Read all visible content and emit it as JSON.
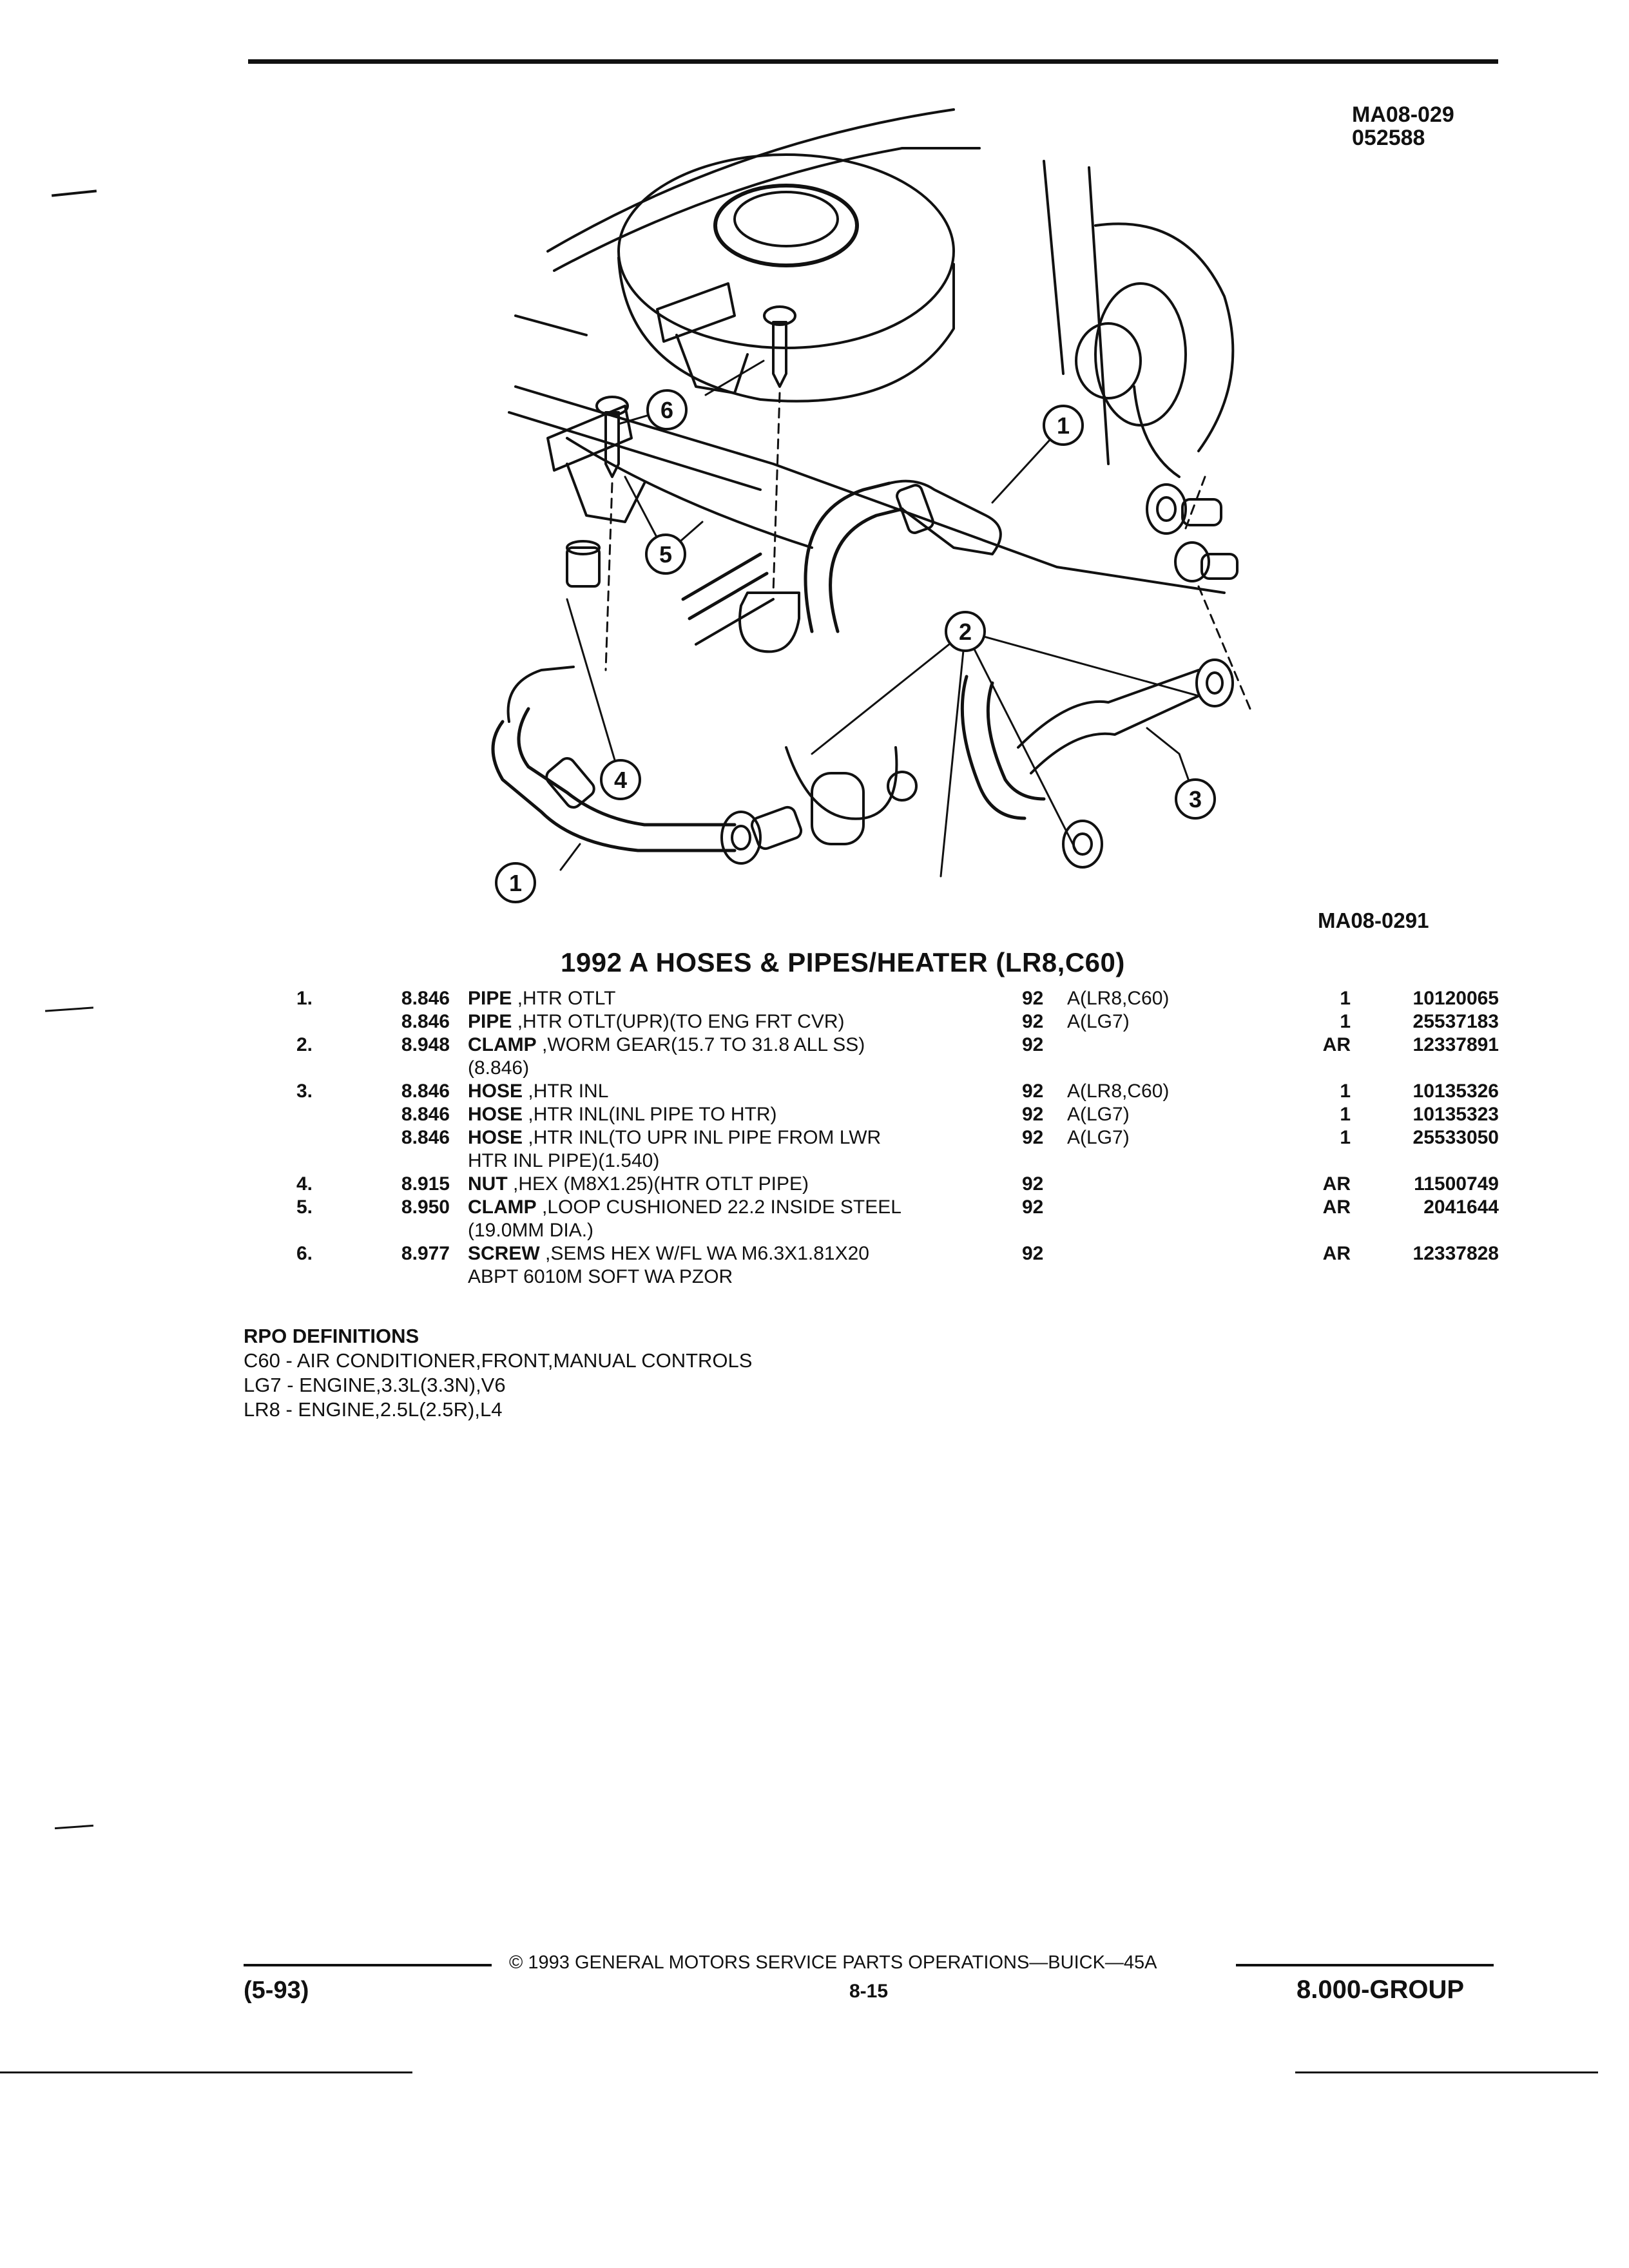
{
  "header": {
    "figure_code": "MA08-029",
    "date_code": "052588",
    "illustration_id": "MA08-0291"
  },
  "title": "1992 A HOSES & PIPES/HEATER (LR8,C60)",
  "callouts": [
    "1",
    "1",
    "2",
    "3",
    "4",
    "5",
    "6"
  ],
  "parts": [
    {
      "item": "1.",
      "group": "8.846",
      "name": "PIPE",
      "desc": " ,HTR OTLT",
      "desc2": "",
      "year": "92",
      "application": "A(LR8,C60)",
      "qty": "1",
      "part_no": "10120065"
    },
    {
      "item": "",
      "group": "8.846",
      "name": "PIPE",
      "desc": " ,HTR OTLT(UPR)(TO ENG FRT CVR)",
      "desc2": "",
      "year": "92",
      "application": "A(LG7)",
      "qty": "1",
      "part_no": "25537183"
    },
    {
      "item": "2.",
      "group": "8.948",
      "name": "CLAMP",
      "desc": " ,WORM GEAR(15.7 TO 31.8 ALL SS)",
      "desc2": "(8.846)",
      "year": "92",
      "application": "",
      "qty": "AR",
      "part_no": "12337891"
    },
    {
      "item": "3.",
      "group": "8.846",
      "name": "HOSE",
      "desc": " ,HTR INL",
      "desc2": "",
      "year": "92",
      "application": "A(LR8,C60)",
      "qty": "1",
      "part_no": "10135326"
    },
    {
      "item": "",
      "group": "8.846",
      "name": "HOSE",
      "desc": " ,HTR INL(INL PIPE TO HTR)",
      "desc2": "",
      "year": "92",
      "application": "A(LG7)",
      "qty": "1",
      "part_no": "10135323"
    },
    {
      "item": "",
      "group": "8.846",
      "name": "HOSE",
      "desc": " ,HTR INL(TO UPR INL PIPE FROM LWR",
      "desc2": "HTR INL PIPE)(1.540)",
      "year": "92",
      "application": "A(LG7)",
      "qty": "1",
      "part_no": "25533050"
    },
    {
      "item": "4.",
      "group": "8.915",
      "name": "NUT",
      "desc": " ,HEX (M8X1.25)(HTR OTLT PIPE)",
      "desc2": "",
      "year": "92",
      "application": "",
      "qty": "AR",
      "part_no": "11500749"
    },
    {
      "item": "5.",
      "group": "8.950",
      "name": "CLAMP",
      "desc": " ,LOOP CUSHIONED 22.2 INSIDE STEEL",
      "desc2": "(19.0MM DIA.)",
      "year": "92",
      "application": "",
      "qty": "AR",
      "part_no": "2041644"
    },
    {
      "item": "6.",
      "group": "8.977",
      "name": "SCREW",
      "desc": " ,SEMS HEX W/FL WA M6.3X1.81X20",
      "desc2": "ABPT 6010M SOFT WA PZOR",
      "year": "92",
      "application": "",
      "qty": "AR",
      "part_no": "12337828"
    }
  ],
  "rpo": {
    "heading": "RPO DEFINITIONS",
    "items": [
      "C60 - AIR CONDITIONER,FRONT,MANUAL CONTROLS",
      "LG7 - ENGINE,3.3L(3.3N),V6",
      "LR8 - ENGINE,2.5L(2.5R),L4"
    ]
  },
  "footer": {
    "copyright": "© 1993 GENERAL MOTORS SERVICE PARTS OPERATIONS—BUICK—45A",
    "revision": "(5-93)",
    "page": "8-15",
    "group": "8.000-GROUP"
  }
}
